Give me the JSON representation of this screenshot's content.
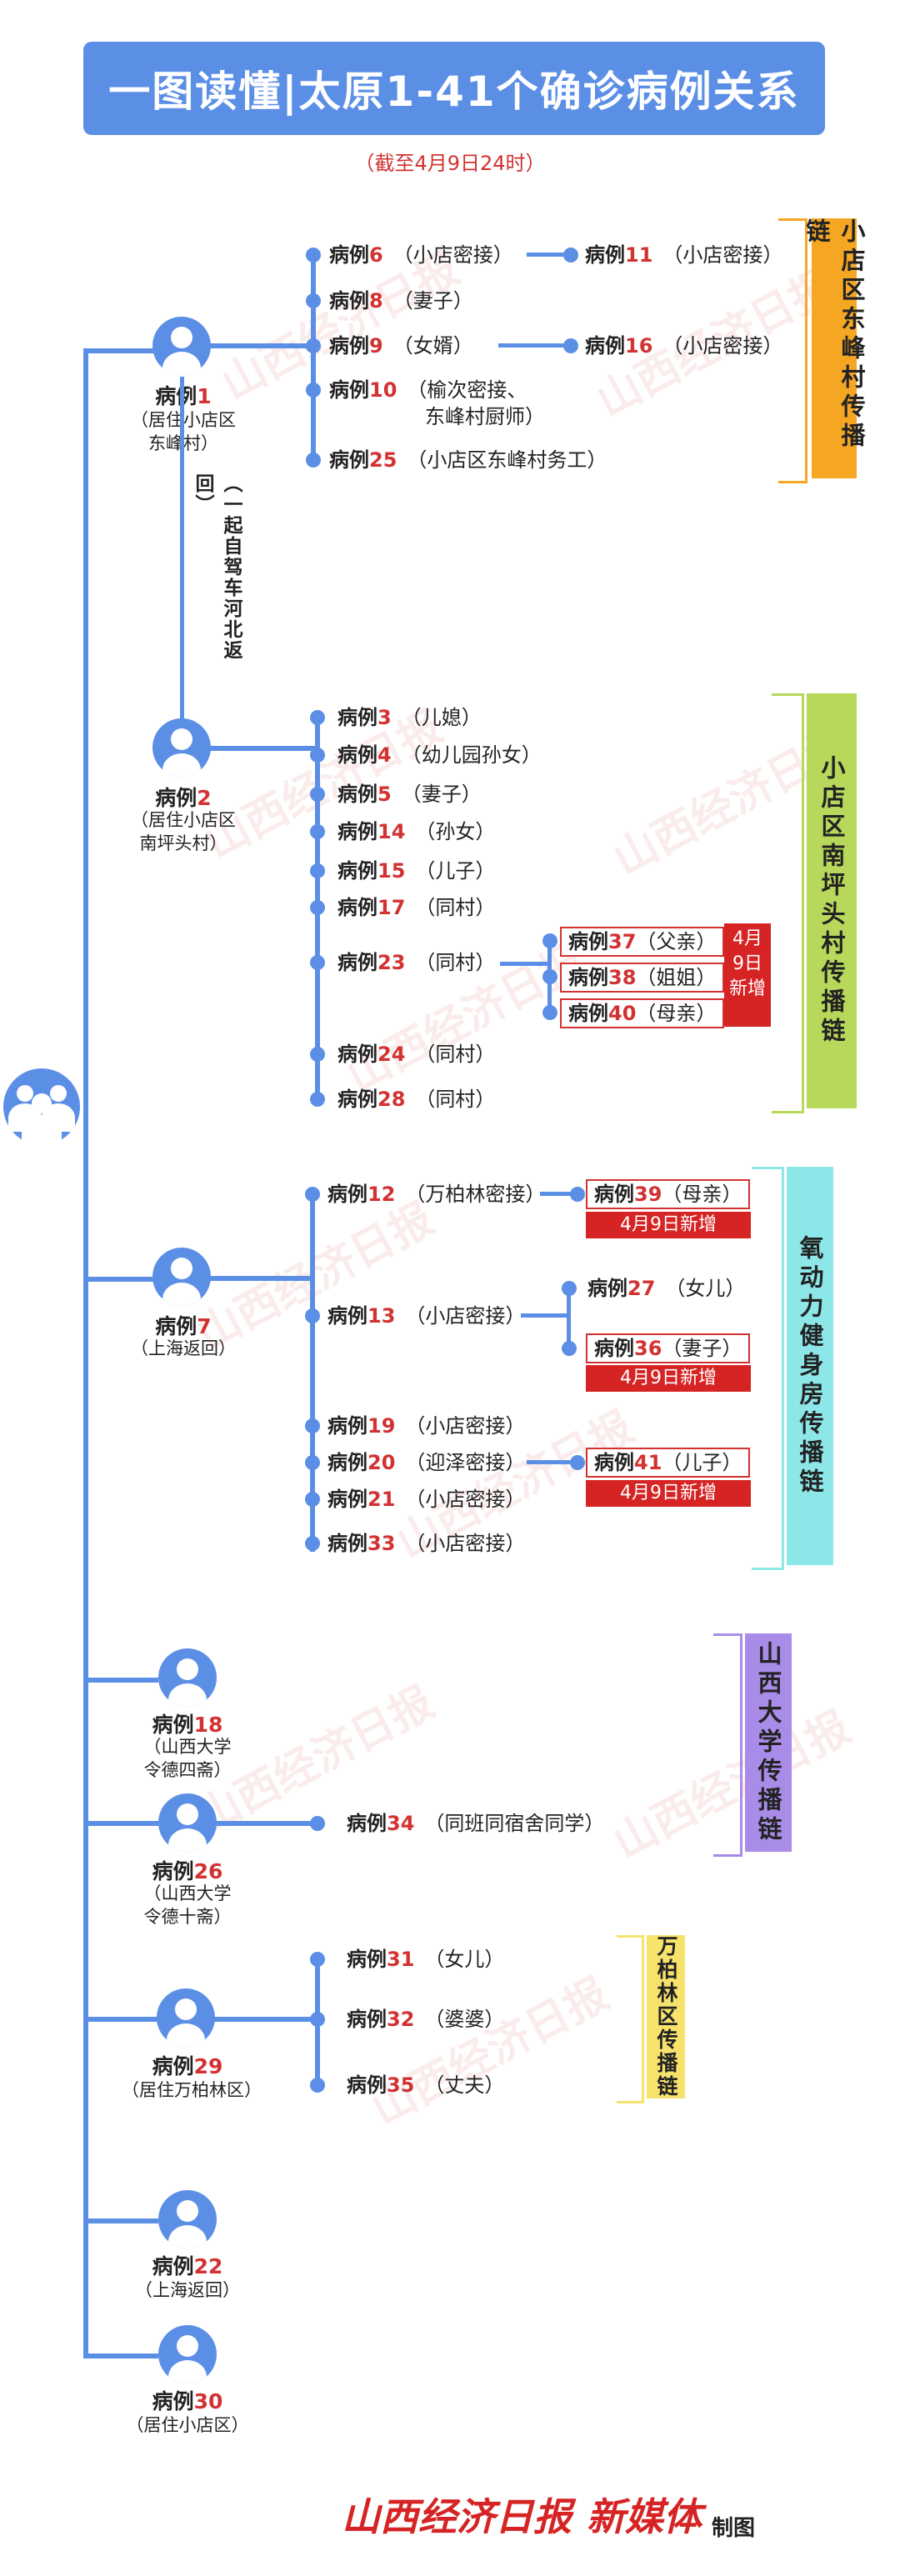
{
  "title": "一图读懂|太原1-41个确诊病例关系",
  "subtitle": "（截至4月9日24时）",
  "case_word": "病例",
  "watermark": "山西经济日报",
  "new_added": "4月9日新增",
  "new_added_vertical": "4月\n9日\n新增",
  "colors": {
    "line": "#5b8fe6",
    "number": "#d23232",
    "new_tag": "#d62323",
    "chain1": "#f5a623",
    "chain2": "#b7d85a",
    "chain3": "#8de6e8",
    "chain4": "#a98be8",
    "chain5": "#f7e36b"
  },
  "main_cases": [
    {
      "num": "1",
      "lines": [
        "（居住小店区",
        "东峰村）"
      ]
    },
    {
      "num": "2",
      "lines": [
        "（居住小店区",
        "南坪头村）"
      ]
    },
    {
      "num": "7",
      "lines": [
        "（上海返回）"
      ]
    },
    {
      "num": "18",
      "lines": [
        "（山西大学",
        "令德四斋）"
      ]
    },
    {
      "num": "26",
      "lines": [
        "（山西大学",
        "令德十斋）"
      ]
    },
    {
      "num": "29",
      "lines": [
        "（居住万柏林区）"
      ]
    },
    {
      "num": "22",
      "lines": [
        "（上海返回）"
      ]
    },
    {
      "num": "30",
      "lines": [
        "（居住小店区）"
      ]
    }
  ],
  "connector_note": "（一起自驾车河北返回）",
  "group1": [
    {
      "num": "6",
      "desc": "（小店密接）"
    },
    {
      "num": "8",
      "desc": "（妻子）"
    },
    {
      "num": "9",
      "desc": "（女婿）"
    },
    {
      "num": "10",
      "desc": "（榆次密接、",
      "desc2": "东峰村厨师）"
    },
    {
      "num": "25",
      "desc": "（小店区东峰村务工）"
    }
  ],
  "group1_sub": [
    {
      "num": "11",
      "desc": "（小店密接）"
    },
    {
      "num": "16",
      "desc": "（小店密接）"
    }
  ],
  "group2": [
    {
      "num": "3",
      "desc": "（儿媳）"
    },
    {
      "num": "4",
      "desc": "（幼儿园孙女）"
    },
    {
      "num": "5",
      "desc": "（妻子）"
    },
    {
      "num": "14",
      "desc": "（孙女）"
    },
    {
      "num": "15",
      "desc": "（儿子）"
    },
    {
      "num": "17",
      "desc": "（同村）"
    },
    {
      "num": "23",
      "desc": "（同村）"
    },
    {
      "num": "24",
      "desc": "（同村）"
    },
    {
      "num": "28",
      "desc": "（同村）"
    }
  ],
  "group2_sub": [
    {
      "num": "37",
      "desc": "（父亲）"
    },
    {
      "num": "38",
      "desc": "（姐姐）"
    },
    {
      "num": "40",
      "desc": "（母亲）"
    }
  ],
  "group3": [
    {
      "num": "12",
      "desc": "（万柏林密接）"
    },
    {
      "num": "13",
      "desc": "（小店密接）"
    },
    {
      "num": "19",
      "desc": "（小店密接）"
    },
    {
      "num": "20",
      "desc": "（迎泽密接）"
    },
    {
      "num": "21",
      "desc": "（小店密接）"
    },
    {
      "num": "33",
      "desc": "（小店密接）"
    }
  ],
  "group3_sub": [
    {
      "num": "39",
      "desc": "（母亲）"
    },
    {
      "num": "27",
      "desc": "（女儿）"
    },
    {
      "num": "36",
      "desc": "（妻子）"
    },
    {
      "num": "41",
      "desc": "（儿子）"
    }
  ],
  "group4": [
    {
      "num": "34",
      "desc": "（同班同宿舍同学）"
    }
  ],
  "group5": [
    {
      "num": "31",
      "desc": "（女儿）"
    },
    {
      "num": "32",
      "desc": "（婆婆）"
    },
    {
      "num": "35",
      "desc": "（丈夫）"
    }
  ],
  "chains": [
    "小店区东峰村传播链",
    "小店区南坪头村传播链",
    "氧动力健身房传播链",
    "山西大学传播链",
    "万柏林区传播链"
  ],
  "footer": {
    "logo": "山西经济日报",
    "media": "新媒体",
    "made": "制图"
  }
}
